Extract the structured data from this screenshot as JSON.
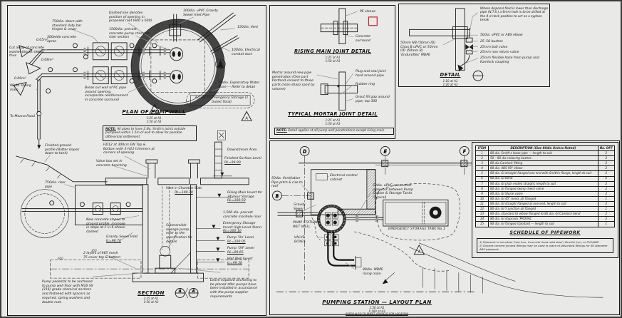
{
  "plan": {
    "title": "PLAN OF PUMPWELL",
    "scale_a1": "1:25 at A1",
    "scale_a3": "1:50 at A3",
    "note_title": "NOTE:",
    "note_body": "All pipes to have 2 No. Smith's joints outside pumpwell within 1.5m of wall to allow for possible differential settlement",
    "warning_letter": "A",
    "labels": {
      "cut_away": "Cut away of concrete washer blocks shown thus",
      "doors": "750dia. doors with standard duty bar hinges & cover",
      "apron": "300wide concrete apron",
      "roof_opening": "Dashed line denotes position of opening in proposed roof (600 x 600)",
      "riser_section": "1500dia. precast concrete pump chamber riser section",
      "inlet": "100dia. uPVC Gravity Sewer Inlet Pipe",
      "vent": "150dia. Vent",
      "conduit": "100dia. Electrical conduit duct",
      "breakout": "Break out wall of RC pipe around opening, incorporate reinforcement in concrete surround",
      "bore": "50dia. Exploratory Water Bore — Refer to detail",
      "storage_access": "Access to Emergency Storage (1 Outlet Total)",
      "rising_main": "80dia. Rising main",
      "to_road": "To Moana Road",
      "vol1": "0.05m³",
      "vol2": "0.08m³",
      "vol3": "0.09m³"
    }
  },
  "section": {
    "title": "SECTION",
    "scale_a1": "1:25 at A1",
    "scale_a3": "1:50 at A3",
    "marker_letter": "A",
    "labels": {
      "ground_profile": "Finished ground profile (Batter slopes down to tank)",
      "mesh_top": "HD12 at 300crs EW Top & Bottom with 3-H12 trimmers at corners of opening",
      "valve_box": "Valve box set in concrete benching",
      "riser_pipe": "750dia. riser pipe",
      "downstream": "Downstream Area",
      "manhole_riser": "1,500 dia. precast concrete manhole riser",
      "new_concrete": "New concrete sloped to ground profile, increase in slope at 1 in 6 shown dashed",
      "mesh_layers": "2 layers of 665 mesh 75 cover top & bottom",
      "submersible": "Submersible sewage pump, refer to the specification for details",
      "pedestal": "Pump pedestal to be anchored to pump well floor with M16 SS (316) grade chemical anchors and fastened with spacers as required, spring washers and double nuts",
      "anchoring": "Leave exposed anchoring to be placed after pumps have been installed in accordance with the pump supplier requirements",
      "dim300": "300",
      "dim600": "600"
    },
    "levels": {
      "fsl": {
        "text": "Finished Surface Level",
        "rl": "RL=99.90"
      },
      "vent_slab": {
        "text": "Vent in Chamber Slab",
        "rl": "RL=100.70"
      },
      "rising_invert": {
        "text": "Rising Main Invert for 24 Hour Storage",
        "rl": "RL=100.50"
      },
      "emergency_invert": {
        "text": "Emergency Storage Invert High Level Alarm",
        "rl": "RL=100.10"
      },
      "pump_on": {
        "text": "Pump 'On' Level",
        "rl": "RL=100.05"
      },
      "pump_off": {
        "text": "Pump 'Off' Level",
        "rl": "RL=99.65"
      },
      "wet_well": {
        "text": "Wet Well Invert",
        "rl": "IL=99.30"
      },
      "gravity_inlet": {
        "text": "Gravity Sewer Inlet",
        "rl": "IL=98.70"
      }
    }
  },
  "joints": {
    "rising": {
      "title": "RISING MAIN JOINT DETAIL",
      "scale_a1": "1:25 at A1",
      "scale_a3": "1:50 at A3",
      "pe_sleeve": "PE sleeve",
      "concrete_surround": "Concrete surround"
    },
    "mortar": {
      "title": "TYPICAL MORTAR JOINT DETAIL",
      "scale_a1": "1:25 at A1",
      "scale_a3": "1:50 at A3",
      "mortar": "Mortar around new pipe penetration (One part Portland cement to three parts clean sharp sand by volume)",
      "plug_seal": "Plug and seal joint hard around pipe",
      "rubber_ring": "Rubber ring",
      "grout": "Grout fill gap around pipe, lap 300"
    },
    "note_title": "NOTE:",
    "note_body": "Detail applies at all pump well penetrations except rising main."
  },
  "detail": {
    "title": "DETAIL",
    "scale_a1": "1:10 at A1",
    "scale_a3": "1:20 at A3",
    "labels": {
      "syphon": "Where disposal field is lower than discharge pipe (N.T.S.) a 6mm hole is to be drilled at the 4 o'clock position to act as a syphon break",
      "elbow": "50dia. uPVC or ABS elbow",
      "bushes": "25–50 bushes",
      "ball_valve": "25mm ball valve",
      "nrv": "25mm non return valve",
      "hose": "25mm flexible hose from pump and Kamlock coupling",
      "pipe_spec": "50mm NB (50mm ID) Class B uPVC or 50mm OD (50mm B) 'Enduroflex' MDPE"
    }
  },
  "layout": {
    "title": "PUMPING STATION — LAYOUT PLAN",
    "scale_a1": "1:50 at A1",
    "scale_a3": "1:100 at A3",
    "refer_note": "REFER ALSO TO SHEET 4700/C02 FOR LOCATION",
    "warning_letter": "A",
    "grid": {
      "d": "D",
      "e": "E",
      "f": "F",
      "b": "B"
    },
    "labels": {
      "vent_pipe": "50dia. Ventilation Pipe pitch & rise to roof",
      "cabinet": "Electrical control cabinet",
      "connection": "50dia. uPVC connection pipework between Pump Station & Storage Tanks (Typical)",
      "gravity_sewer": "Gravity Sewer",
      "wet_well": "PUMP STATION WET WELL",
      "valve_boxes": "VALVE BOXES",
      "rising_main": "80dia. MDPE rising main",
      "tank": "EMERGENCY STORAGE TANK No.1"
    }
  },
  "schedule": {
    "title": "SCHEDULE OF PIPEWORK",
    "headers": [
      "ITEM",
      "DESCRIPTION (Size 80dia Unless Noted)",
      "No. OFF"
    ],
    "rows": [
      {
        "item": "1",
        "desc": "80 dia. Smith's loose pipe — length to suit",
        "qty": "2"
      },
      {
        "item": "2",
        "desc": "50 – 80 dia reducing bushes",
        "qty": "2"
      },
      {
        "item": "3",
        "desc": "80 dia Camlock fitting",
        "qty": "2"
      },
      {
        "item": "4",
        "desc": "80 dia. ABS 90° elbow",
        "qty": "2"
      },
      {
        "item": "5",
        "desc": "80 dia. GI straight flanged one end with Smith's flange, length to suit",
        "qty": "2"
      },
      {
        "item": "6",
        "desc": "80 dia. GI bend",
        "qty": "6"
      },
      {
        "item": "7",
        "desc": "80 dia. GI plain ended straight, length to suit",
        "qty": "2"
      },
      {
        "item": "8",
        "desc": "80 dia. GI flanged swing check valve",
        "qty": "2"
      },
      {
        "item": "9",
        "desc": "80 dia. GI Sluice valve",
        "qty": "2"
      },
      {
        "item": "10",
        "desc": "80 dia. GI 45° bend, all flanged",
        "qty": "1"
      },
      {
        "item": "11",
        "desc": "80 dia. GI straight flanged at one end, length to suit",
        "qty": "2"
      },
      {
        "item": "12",
        "desc": "80 dia. GI Y junction all flanged",
        "qty": "1"
      },
      {
        "item": "13",
        "desc": "80 dia. standard GI elbow flanged to 80 dia. GI Camlock bend",
        "qty": "2"
      },
      {
        "item": "14",
        "desc": "80 dia. GI stopcock 'PROVAL'",
        "qty": "2"
      },
      {
        "item": "15",
        "desc": "80 dia. GI flanged standard — length to suit",
        "qty": "1"
      }
    ],
    "notes": [
      "1/ Pipework to be either Cast Iron, Concrete lined mild steel / Ductile Iron, or PVC/ABS",
      "2/ Solvent cement jointed fittings may be used in place of described fittings for 80 diameter ABS pipework."
    ]
  },
  "colors": {
    "accent_red": "#c22222",
    "line": "#1a1a1a",
    "leader_gray": "#8f8f8f",
    "background": "#e9e9e8"
  }
}
